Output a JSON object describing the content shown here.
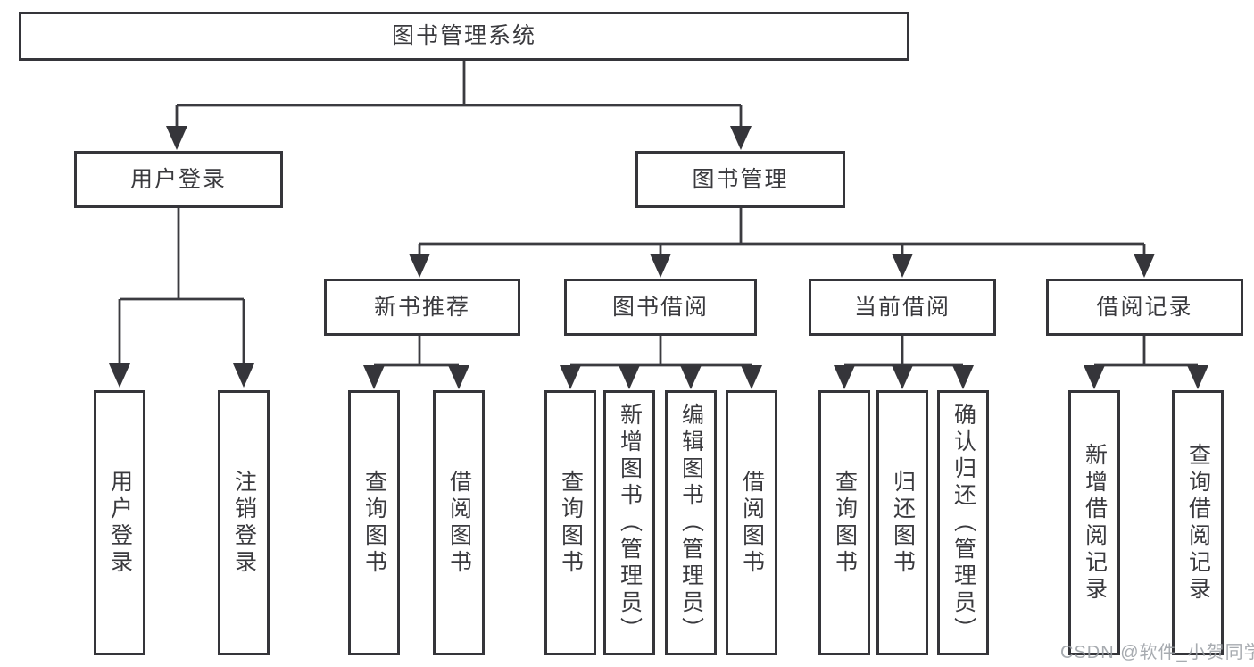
{
  "tree": {
    "root": {
      "label": "图书管理系统"
    },
    "branches": [
      {
        "label": "用户登录",
        "children": [
          {
            "label": "用户登录"
          },
          {
            "label": "注销登录"
          }
        ]
      },
      {
        "label": "图书管理",
        "children": [
          {
            "label": "新书推荐",
            "children": [
              {
                "label": "查询图书"
              },
              {
                "label": "借阅图书"
              }
            ]
          },
          {
            "label": "图书借阅",
            "children": [
              {
                "label": "查询图书"
              },
              {
                "label": "新增图书（管理员）"
              },
              {
                "label": "编辑图书（管理员）"
              },
              {
                "label": "借阅图书"
              }
            ]
          },
          {
            "label": "当前借阅",
            "children": [
              {
                "label": "查询图书"
              },
              {
                "label": "归还图书"
              },
              {
                "label": "确认归还（管理员）"
              }
            ]
          },
          {
            "label": "借阅记录",
            "children": [
              {
                "label": "新增借阅记录"
              },
              {
                "label": "查询借阅记录"
              }
            ]
          }
        ]
      }
    ]
  },
  "style": {
    "line_color": "#3b3b40",
    "border_color": "#35353a",
    "background": "#ffffff"
  },
  "watermark": {
    "text": "CSDN @软件_小贺同学",
    "color": "#989ca2"
  }
}
